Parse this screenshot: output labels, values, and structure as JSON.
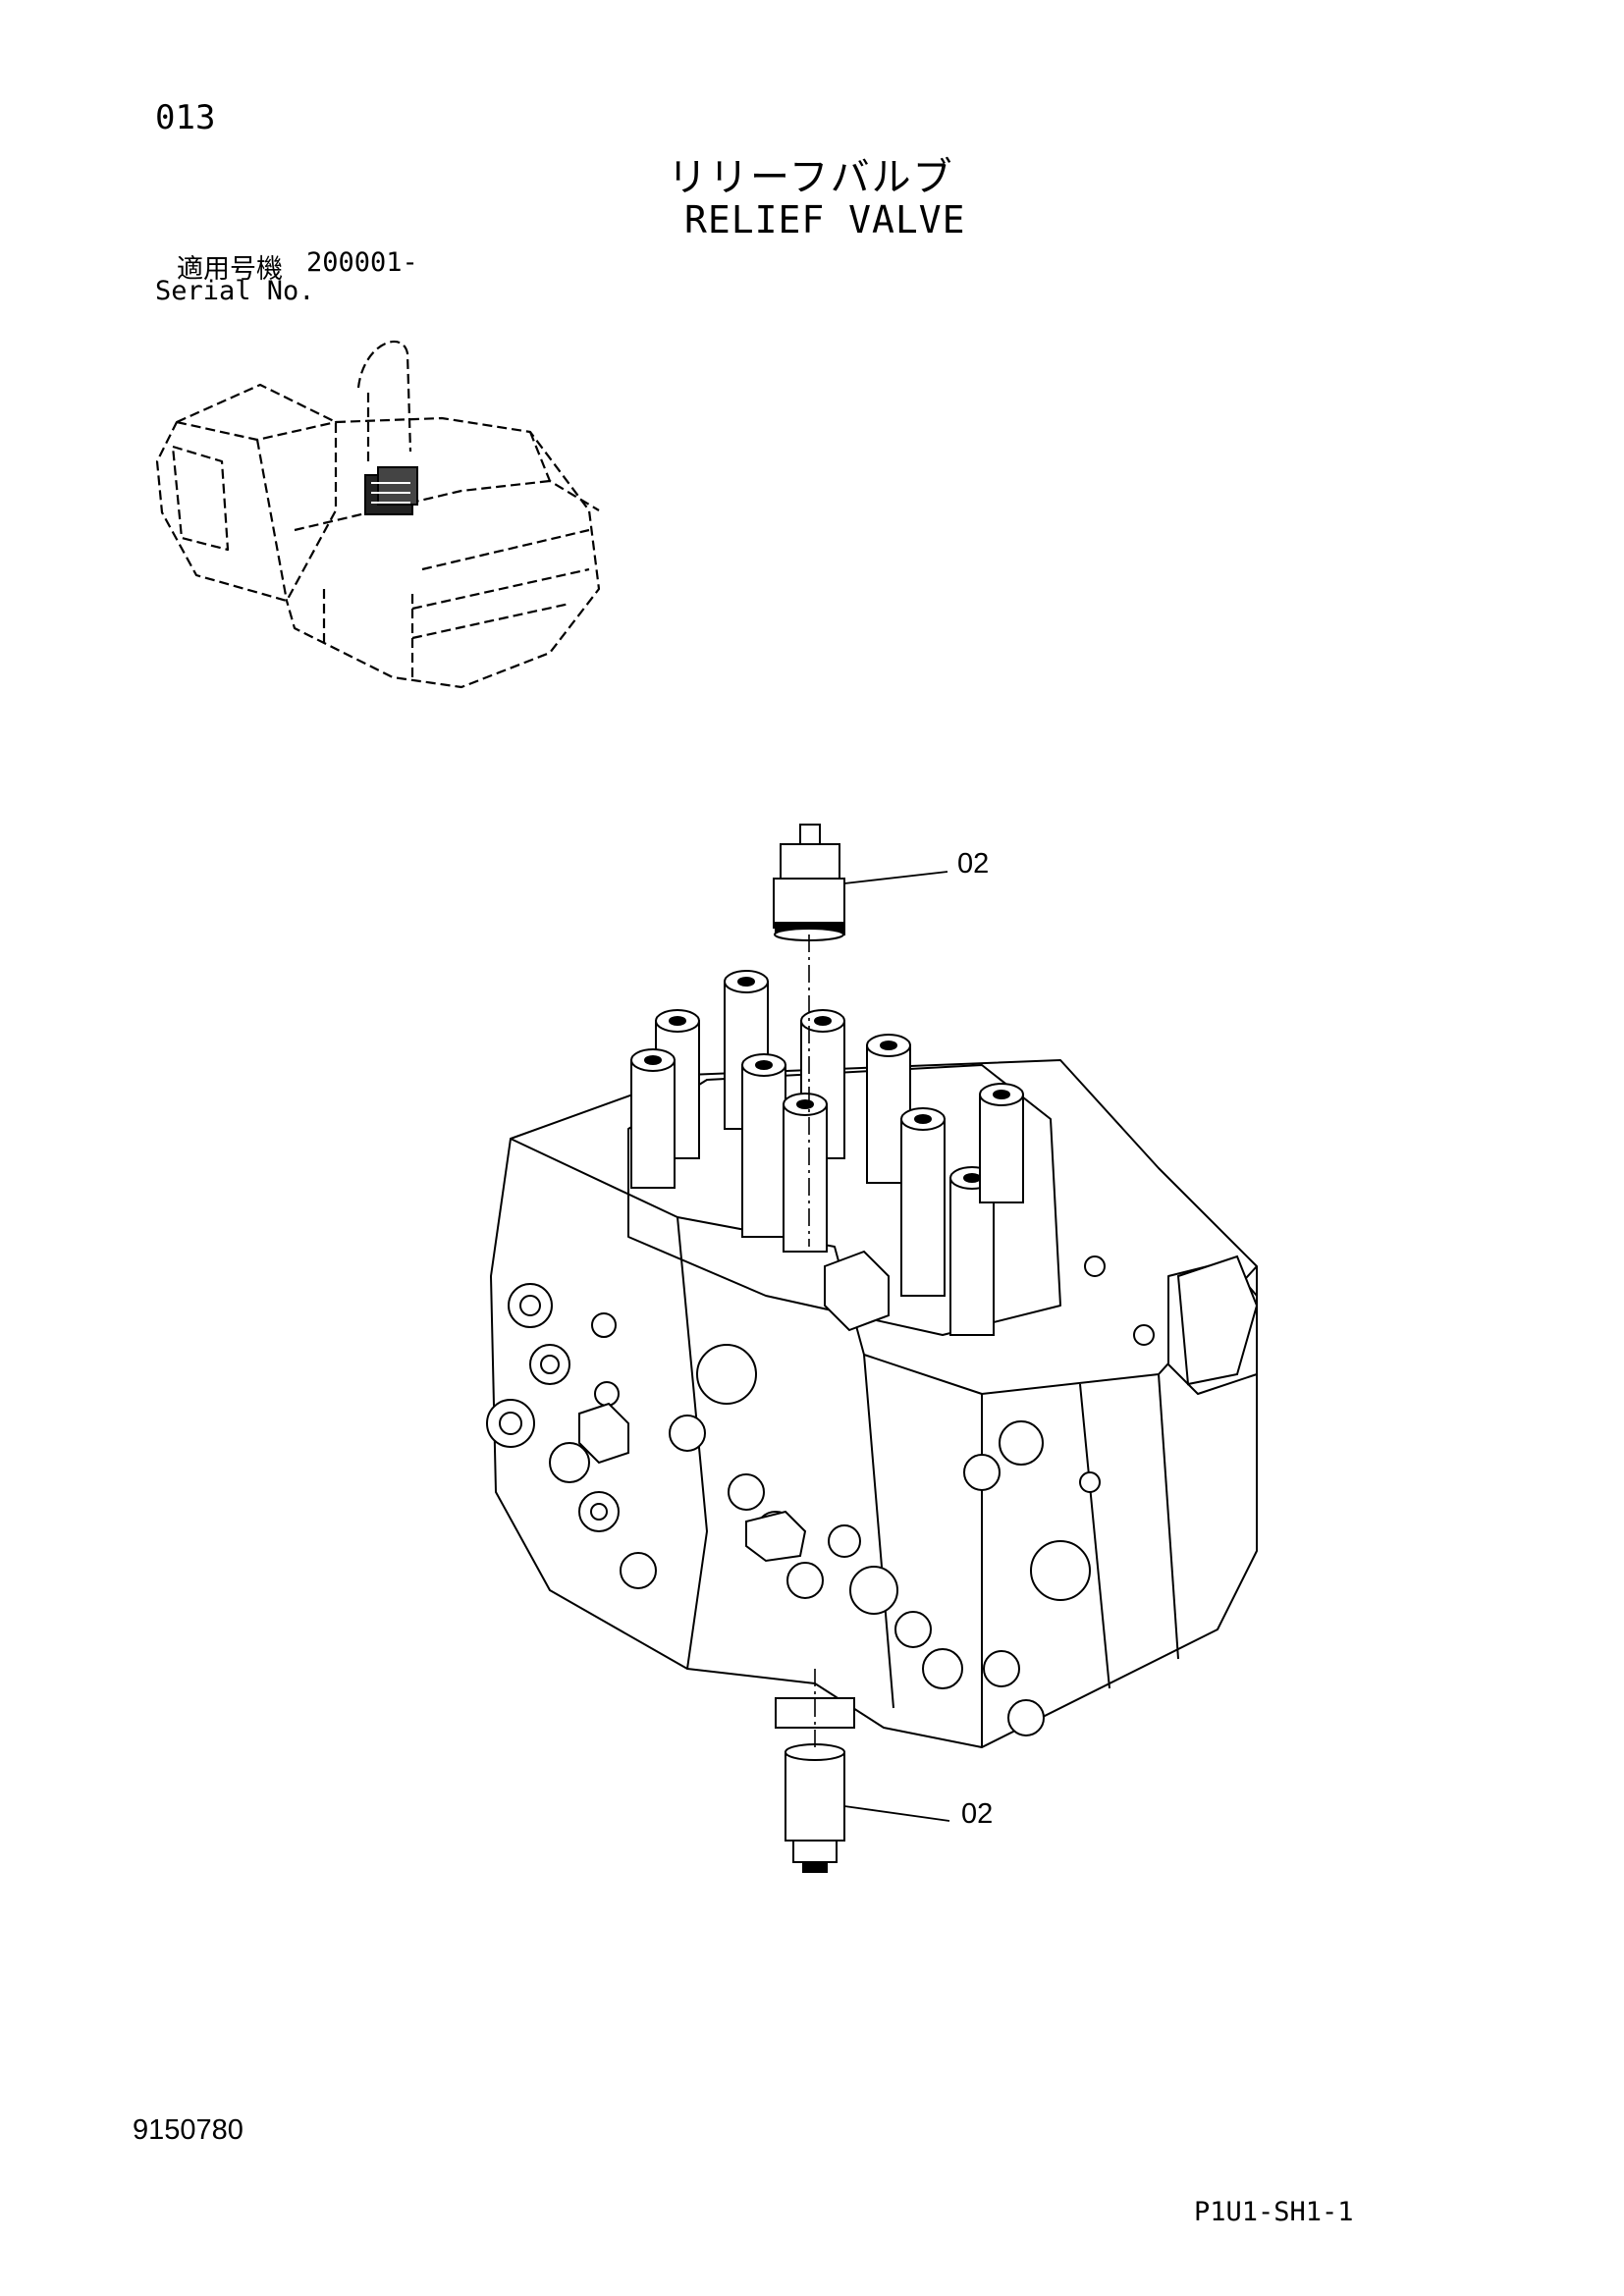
{
  "page": {
    "page_number": "013",
    "title_jp": "リリーフバルブ",
    "title_en": "RELIEF VALVE",
    "serial_label_jp": "適用号機",
    "serial_value": "200001-",
    "serial_label_en": "Serial No.",
    "figure_number": "9150780",
    "sheet_id": "P1U1-SH1-1"
  },
  "callouts": [
    {
      "label": "02"
    },
    {
      "label": "02"
    }
  ],
  "illustrations": {
    "machine_location": "excavator-upper-structure",
    "main_part": "control-valve-assembly"
  }
}
